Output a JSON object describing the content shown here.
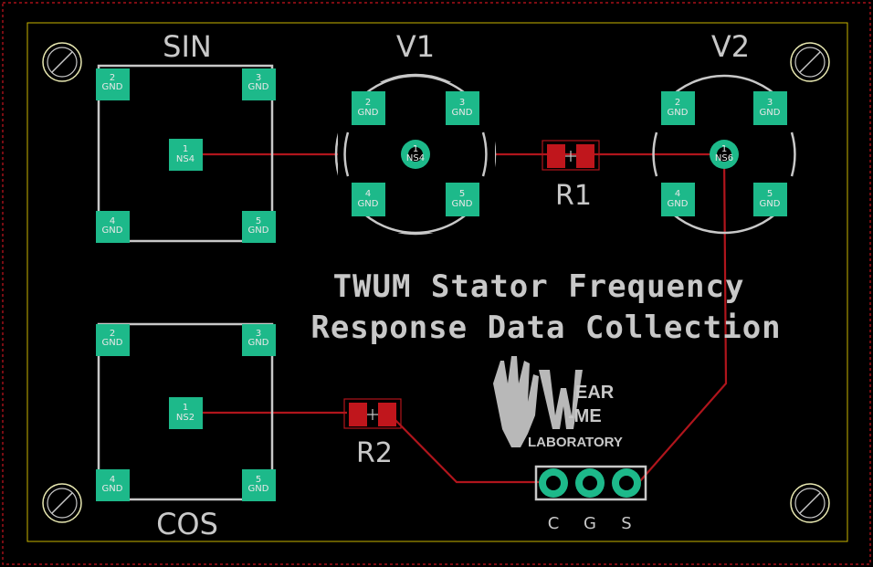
{
  "board": {
    "title_line1": "TWUM Stator Frequency",
    "title_line2": "Response Data Collection"
  },
  "components": {
    "sin": {
      "label": "SIN",
      "pads": [
        "2",
        "3",
        "1",
        "4",
        "5"
      ],
      "center_net": "NS4"
    },
    "cos": {
      "label": "COS",
      "pads": [
        "2",
        "3",
        "1",
        "4",
        "5"
      ],
      "center_net": "NS2"
    },
    "v1": {
      "label": "V1",
      "pads": [
        "2",
        "3",
        "1",
        "4",
        "5"
      ],
      "center_net": "NS4"
    },
    "v2": {
      "label": "V2",
      "pads": [
        "2",
        "3",
        "1",
        "4",
        "5"
      ],
      "center_net": "NS6"
    },
    "r1": {
      "label": "R1"
    },
    "r2": {
      "label": "R2"
    },
    "header": {
      "pins": [
        "C",
        "G",
        "S"
      ]
    }
  },
  "pad_net_label": "GND",
  "logo": {
    "line1": "EAR",
    "line2": "-ME",
    "line3": "LABORATORY"
  },
  "colors": {
    "background": "#000000",
    "pad": "#1db98a",
    "trace": "#b0151c",
    "silkscreen": "#c8c8c8",
    "edge_cut": "#c8b400",
    "boundary": "#c8141e"
  }
}
